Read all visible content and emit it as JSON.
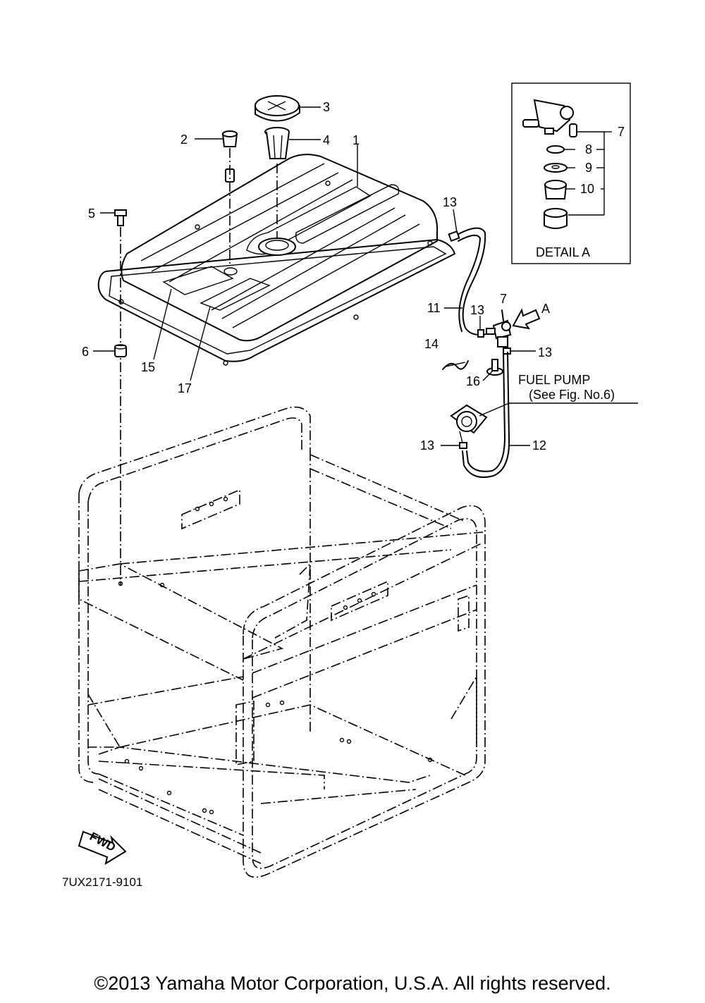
{
  "callouts": {
    "c1": "1",
    "c2": "2",
    "c3": "3",
    "c4": "4",
    "c5": "5",
    "c6": "6",
    "c7a": "7",
    "c7b": "7",
    "c8": "8",
    "c9": "9",
    "c10": "10",
    "c11": "11",
    "c12": "12",
    "c13a": "13",
    "c13b": "13",
    "c13c": "13",
    "c13d": "13",
    "c14": "14",
    "c15": "15",
    "c16": "16",
    "c17": "17"
  },
  "detail": {
    "title": "DETAIL A",
    "arrow_label": "A"
  },
  "fuel_pump": {
    "label": "FUEL PUMP",
    "reference": "(See Fig. No.6)"
  },
  "fwd_badge": "FWD",
  "drawing_code": "7UX2171-9101",
  "copyright": "©2013 Yamaha Motor Corporation, U.S.A. All rights reserved."
}
